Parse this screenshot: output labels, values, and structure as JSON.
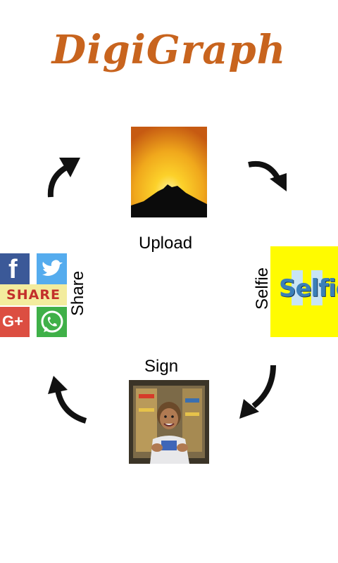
{
  "app": {
    "title": "DigiGraph"
  },
  "steps": {
    "upload": {
      "label": "Upload",
      "icon": "mountain-sunset-image"
    },
    "selfie": {
      "label": "Selfie",
      "logo_text": "Selfie",
      "icon": "selfie-logo"
    },
    "sign": {
      "label": "Sign",
      "icon": "child-photo"
    },
    "share": {
      "label": "Share",
      "banner_text": "SHARE",
      "icon": "social-share-grid",
      "google_text": "G+"
    }
  },
  "colors": {
    "title": "#c8641e",
    "selfie_bg": "#fffb00",
    "facebook": "#3b5998",
    "twitter": "#55acee",
    "google": "#dc4e41",
    "whatsapp": "#3fb048",
    "arrow": "#111111"
  }
}
